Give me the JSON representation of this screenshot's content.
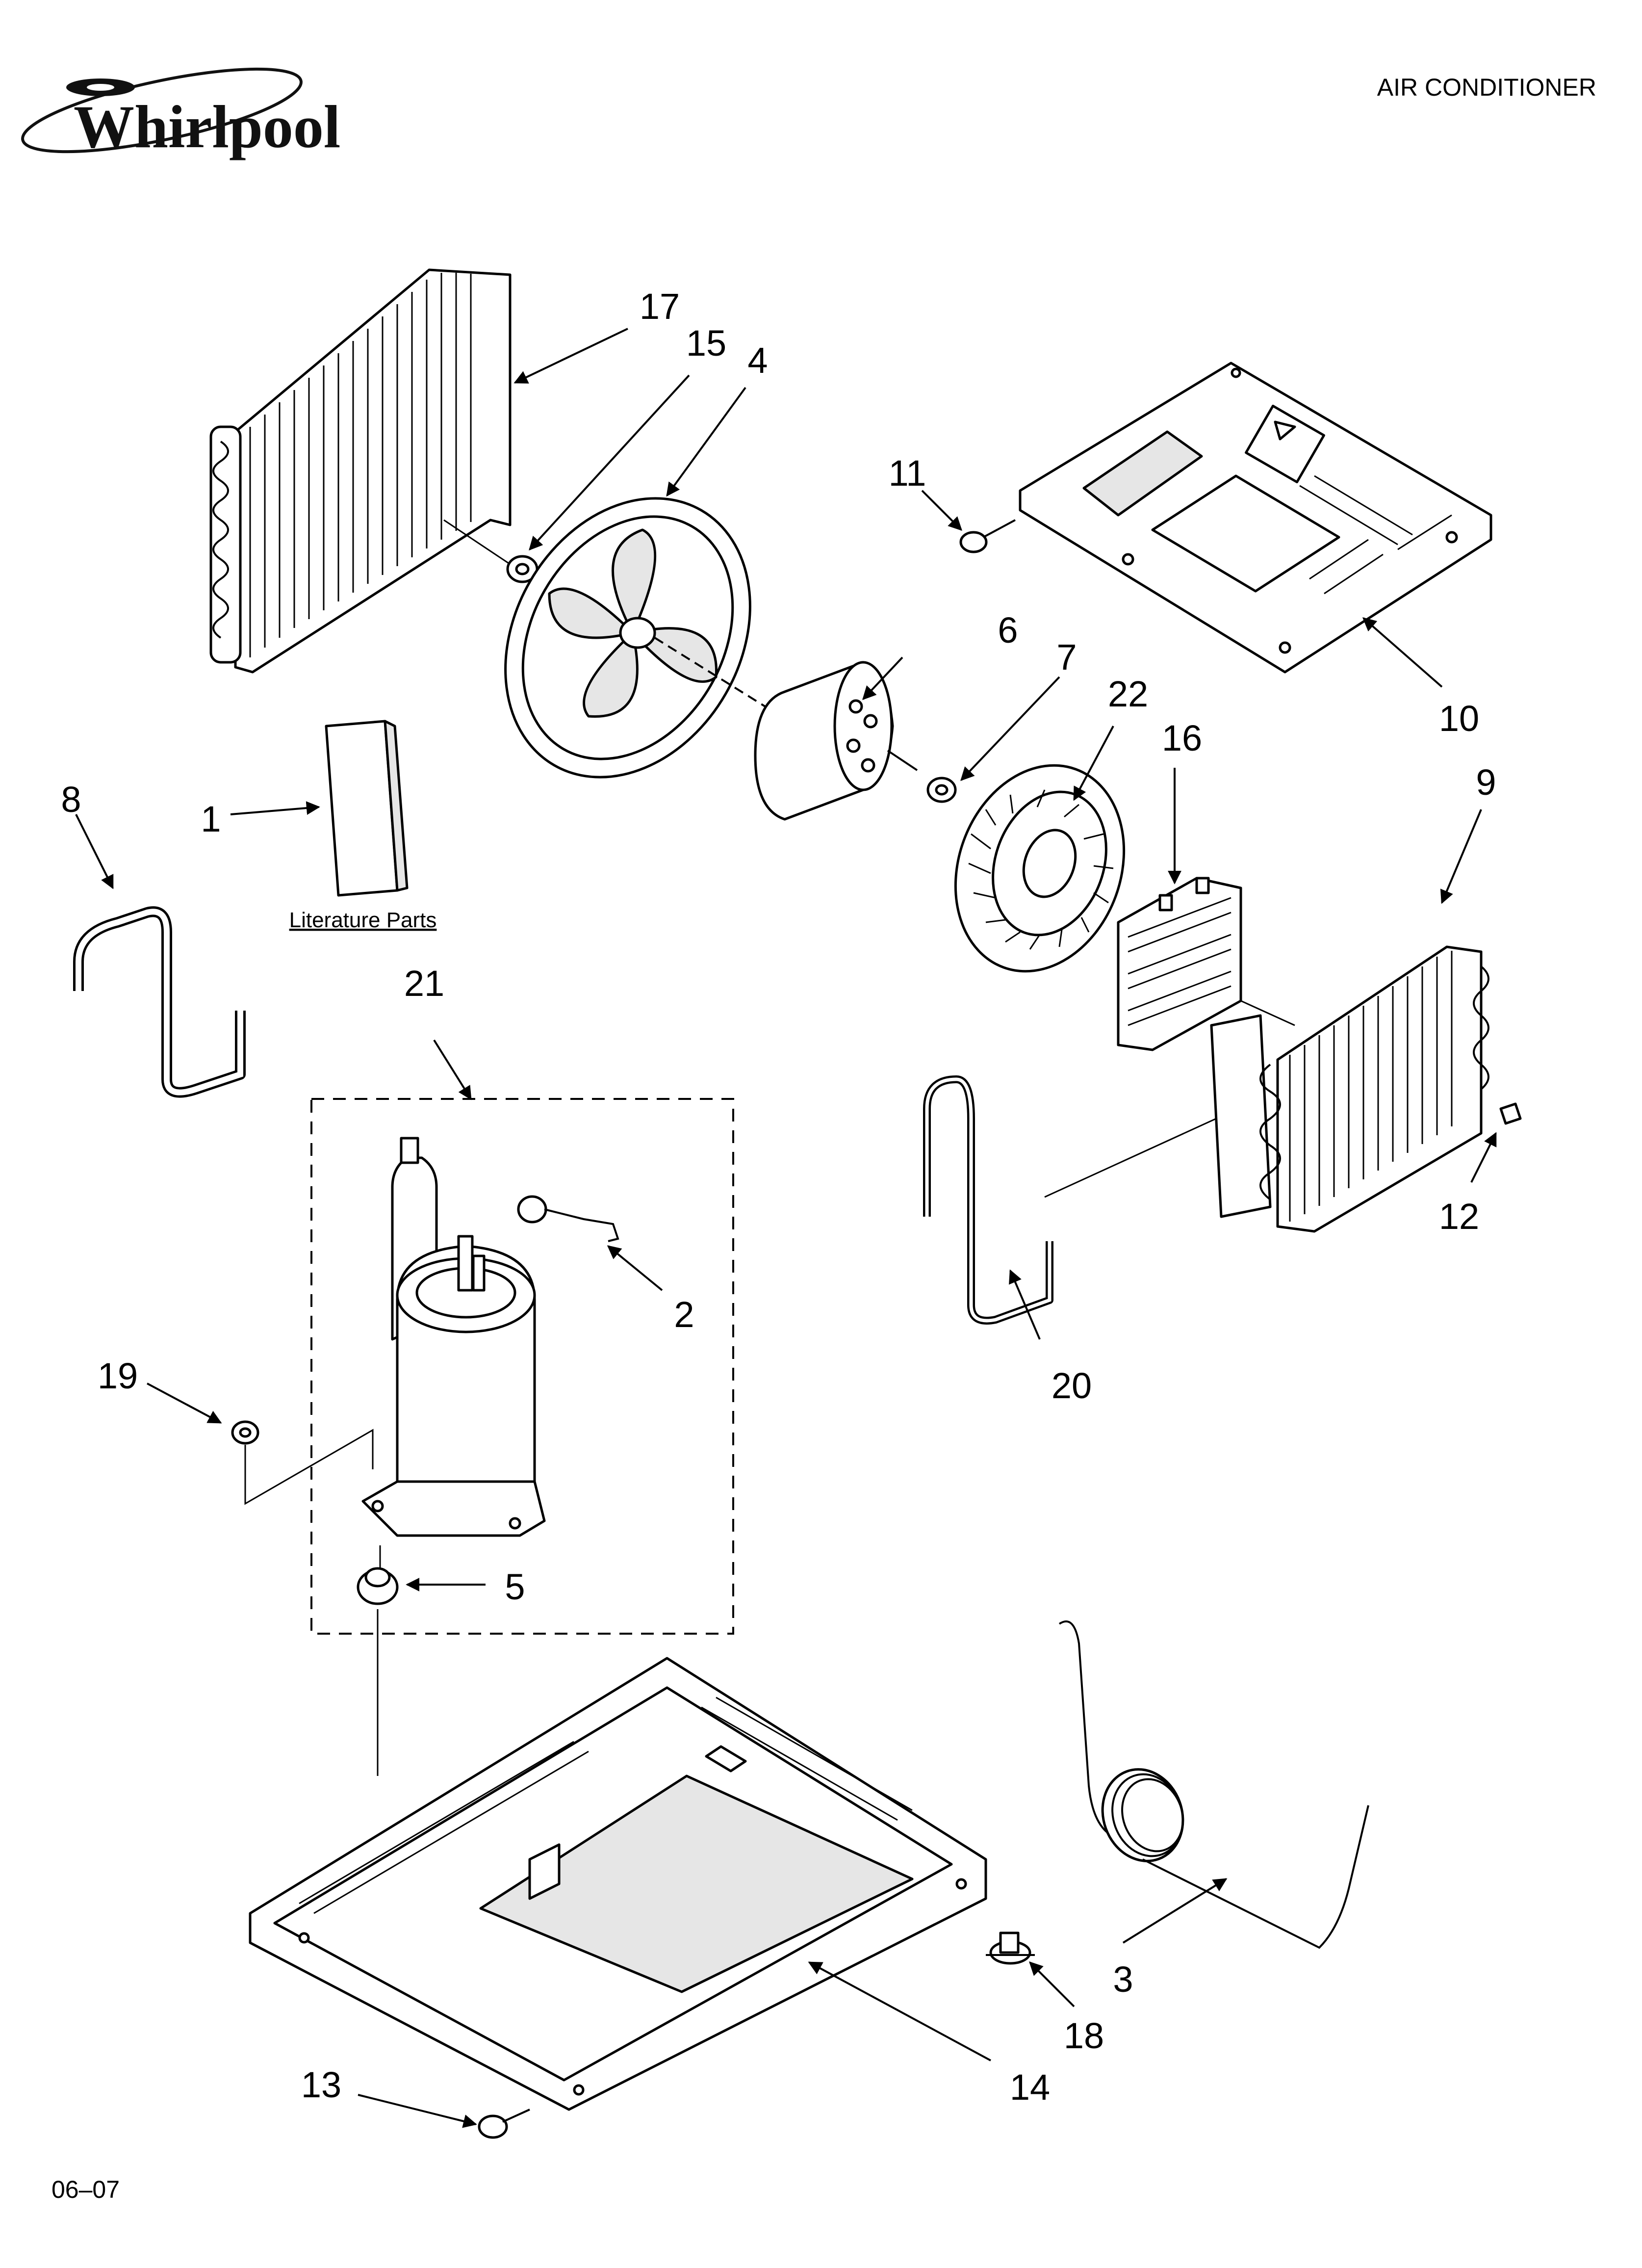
{
  "header": {
    "brand": "Whirlpool",
    "title": "AIR CONDITIONER"
  },
  "footer": {
    "code": "06–07"
  },
  "literature_label": "Literature Parts",
  "callouts": {
    "c1": "1",
    "c2": "2",
    "c3": "3",
    "c4": "4",
    "c5": "5",
    "c6": "6",
    "c7": "7",
    "c8": "8",
    "c9": "9",
    "c10": "10",
    "c11": "11",
    "c12": "12",
    "c13": "13",
    "c14": "14",
    "c15": "15",
    "c16": "16",
    "c17": "17",
    "c18": "18",
    "c19": "19",
    "c20": "20",
    "c21": "21",
    "c22": "22"
  },
  "icons": {
    "logo": "whirlpool-swirl-logo",
    "arrows": "callout-arrow"
  }
}
